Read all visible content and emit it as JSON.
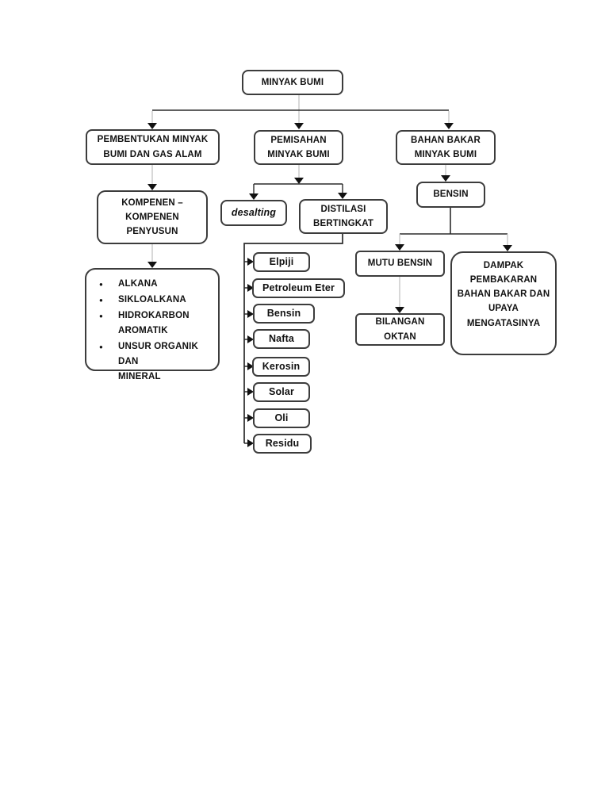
{
  "page": {
    "background": "#ffffff"
  },
  "icons": {
    "bullet": "●"
  },
  "colors": {
    "box_border": "#3c3c3c",
    "line": "#2b2b2b",
    "stub_line": "#c2c2c2",
    "arrowhead": "#111111",
    "text": "#111111"
  },
  "diagram": {
    "root": {
      "label": "MINYAK BUMI"
    },
    "branches": {
      "formation": {
        "label": "PEMBENTUKAN MINYAK\nBUMI DAN GAS ALAM"
      },
      "separation": {
        "label": "PEMISAHAN\nMINYAK BUMI"
      },
      "fuel": {
        "label": "BAHAN BAKAR\nMINYAK BUMI"
      }
    },
    "components": {
      "label": "KOMPENEN –\nKOMPENEN\nPENYUSUN",
      "items": [
        "ALKANA",
        "SIKLOALKANA",
        "HIDROKARBON\nAROMATIK",
        "UNSUR ORGANIK DAN\nMINERAL"
      ]
    },
    "separation_methods": {
      "desalting": {
        "label": "desalting"
      },
      "distillation": {
        "label": "DISTILASI\nBERTINGKAT"
      },
      "products": [
        "Elpiji",
        "Petroleum Eter",
        "Bensin",
        "Nafta",
        "Kerosin",
        "Solar",
        "Oli",
        "Residu"
      ]
    },
    "fuel_chain": {
      "bensin": {
        "label": "BENSIN"
      },
      "quality": {
        "label": "MUTU BENSIN"
      },
      "octane": {
        "label": "BILANGAN\nOKTAN"
      },
      "impact": {
        "label": "DAMPAK\nPEMBAKARAN\nBAHAN BAKAR DAN\nUPAYA\nMENGATASINYA"
      }
    }
  }
}
